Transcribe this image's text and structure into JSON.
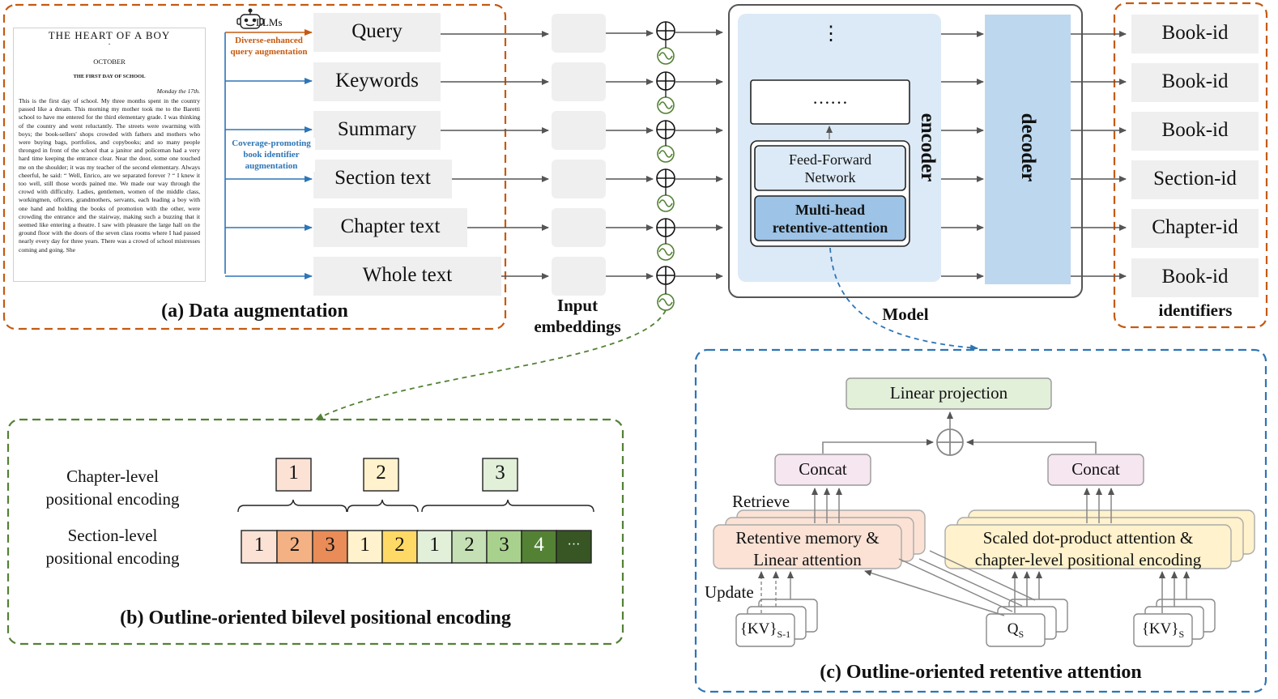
{
  "data_aug": {
    "title": "(a) Data augmentation",
    "llm_label": "LLMs",
    "diverse_label_1": "Diverse-enhanced",
    "diverse_label_2": "query augmentation",
    "coverage_label_1": "Coverage-promoting",
    "coverage_label_2": "book identifier",
    "coverage_label_3": "augmentation",
    "inputs": [
      "Query",
      "Keywords",
      "Summary",
      "Section text",
      "Chapter text",
      "Whole text"
    ]
  },
  "document": {
    "title": "THE HEART OF A BOY",
    "month": "OCTOBER",
    "subtitle": "THE FIRST DAY OF SCHOOL",
    "date": "Monday the 17th.",
    "body": "This is the first day of school. My three months spent in the country passed like a dream. This morning my mother took me to the Baretti school to have me entered for the third elementary grade. I was thinking of the country and went reluctantly. The streets were swarming with boys; the book-sellers' shops crowded with fathers and mothers who were buying bags, portfolios, and copybooks; and so many people thronged in front of the school that a janitor and policeman had a very hard time keeping the entrance clear. Near the door, some one touched me on the shoulder; it was my teacher of the second elementary. Always cheerful, he said: “ Well, Enrico, are we separated forever ? “ I knew it too well, still those words pained me. We made our way through the crowd with difficulty. Ladies, gentlemen, women of the middle class, workingmen, officers, grandmothers, servants, each leading a boy with one hand and holding the books of promotion with the other, were crowding the entrance and the stairway, making such a buzzing that it seemed like entering a theatre. I saw with pleasure the large hall on the ground floor with the doors of the seven class rooms where I had passed nearly every day for three years. There was a crowd of school mistresses coming and going. She"
  },
  "embeddings": {
    "label_1": "Input",
    "label_2": "embeddings"
  },
  "model": {
    "label": "Model",
    "encoder": "encoder",
    "decoder": "decoder",
    "ellipsis_v": "⋮",
    "ellipsis_h": "……",
    "ffn_1": "Feed-Forward",
    "ffn_2": "Network",
    "mhra_1": "Multi-head",
    "mhra_2": "retentive-attention"
  },
  "identifiers": {
    "label": "identifiers",
    "items": [
      "Book-id",
      "Book-id",
      "Book-id",
      "Section-id",
      "Chapter-id",
      "Book-id"
    ]
  },
  "pos_enc": {
    "title": "(b) Outline-oriented bilevel positional encoding",
    "chapter_label_1": "Chapter-level",
    "chapter_label_2": "positional encoding",
    "section_label_1": "Section-level",
    "section_label_2": "positional encoding",
    "chapters": [
      "1",
      "2",
      "3"
    ],
    "sections": [
      "1",
      "2",
      "3",
      "1",
      "2",
      "1",
      "2",
      "3",
      "4",
      "···"
    ]
  },
  "retentive": {
    "title": "(c) Outline-oriented retentive attention",
    "linear_projection": "Linear projection",
    "concat": "Concat",
    "retrieve": "Retrieve",
    "update": "Update",
    "memory_1": "Retentive memory &",
    "memory_2": "Linear attention",
    "scaled_1": "Scaled dot-product attention &",
    "scaled_2": "chapter-level positional encoding",
    "kv_prev": "{KV}",
    "kv_prev_sub": "S-1",
    "q": "Q",
    "q_sub": "S",
    "kv": "{KV}",
    "kv_sub": "S"
  },
  "colors": {
    "orange_dash": "#c55a11",
    "green_dash": "#538135",
    "blue_dash": "#2e75b6",
    "encoder_bg": "#dceaf7",
    "decoder_bg": "#bdd7ee",
    "mhra_bg": "#9dc3e6",
    "gray_box": "#efefef",
    "proj_bg": "#e2efd9",
    "concat_bg": "#f6e6f0",
    "memory_bg": "#fbe2d5",
    "scaled_bg": "#fff2cc"
  }
}
